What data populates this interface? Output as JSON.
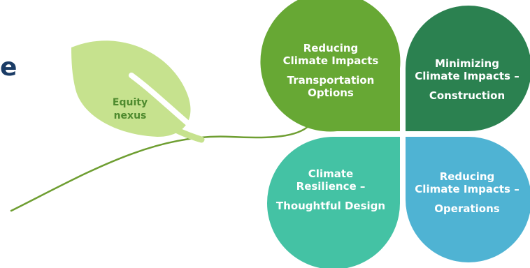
{
  "leaf": {
    "line1": "Equity",
    "line2": "nexus",
    "color": "#c6e28e",
    "vein_color": "#ffffff",
    "text_color": "#4e8a2e"
  },
  "stem": {
    "color": "#6e9e31"
  },
  "partial_title": {
    "text": "e",
    "color": "#1b3c66"
  },
  "petals": {
    "top_left": {
      "line1": "Reducing",
      "line2": "Climate Impacts",
      "line3": "Transportation",
      "line4": "Options",
      "color": "#67a834"
    },
    "top_right": {
      "line1": "Minimizing",
      "line2": "Climate Impacts –",
      "line3": "Construction",
      "color": "#2b8150"
    },
    "bottom_left": {
      "line1": "Climate",
      "line2": "Resilience –",
      "line3": "Thoughtful Design",
      "color": "#44c2a4"
    },
    "bottom_right": {
      "line1": "Reducing",
      "line2": "Climate Impacts –",
      "line3": "Operations",
      "color": "#4fb3d3"
    }
  }
}
